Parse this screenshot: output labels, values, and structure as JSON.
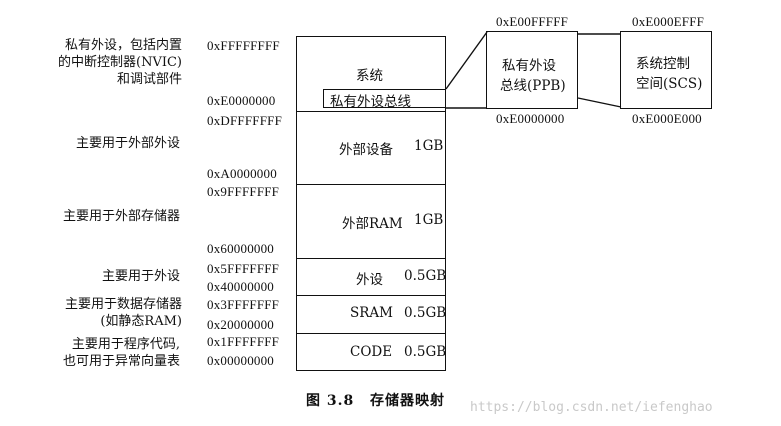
{
  "descriptions": {
    "system": "私有外设，包括内置的中断控制器(NVIC)和调试部件",
    "ext_device": "主要用于外部外设",
    "ext_ram": "主要用于外部存储器",
    "peripheral": "主要用于外设",
    "sram": "主要用于数据存储器(如静态RAM)",
    "code_line1": "主要用于程序代码,",
    "code_line2": "也可用于异常向量表"
  },
  "addresses": {
    "a_ffffffff": "0xFFFFFFFF",
    "a_e0000000": "0xE0000000",
    "a_dfffffff": "0xDFFFFFFF",
    "a_a0000000": "0xA0000000",
    "a_9fffffff": "0x9FFFFFFF",
    "a_60000000": "0x60000000",
    "a_5fffffff": "0x5FFFFFFF",
    "a_40000000": "0x40000000",
    "a_3fffffff": "0x3FFFFFFF",
    "a_20000000": "0x20000000",
    "a_1fffffff": "0x1FFFFFFF",
    "a_00000000": "0x00000000"
  },
  "regions": {
    "system": "系统",
    "ppb_bar": "私有外设总线",
    "ext_device": "外部设备",
    "ext_device_size": "1GB",
    "ext_ram": "外部RAM",
    "ext_ram_size": "1GB",
    "peripheral": "外设",
    "peripheral_size": "0.5GB",
    "sram": "SRAM",
    "sram_size": "0.5GB",
    "code": "CODE",
    "code_size": "0.5GB"
  },
  "ppb": {
    "label_line1": "私有外设",
    "label_line2": "总线(PPB)",
    "top_addr": "0xE00FFFFF",
    "bottom_addr": "0xE0000000"
  },
  "scs": {
    "label_line1": "系统控制",
    "label_line2": "空间(SCS)",
    "top_addr": "0xE000EFFF",
    "bottom_addr": "0xE000E000"
  },
  "caption": {
    "number": "图 3.8",
    "title": "存储器映射"
  },
  "watermark": "https://blog.csdn.net/iefenghao"
}
